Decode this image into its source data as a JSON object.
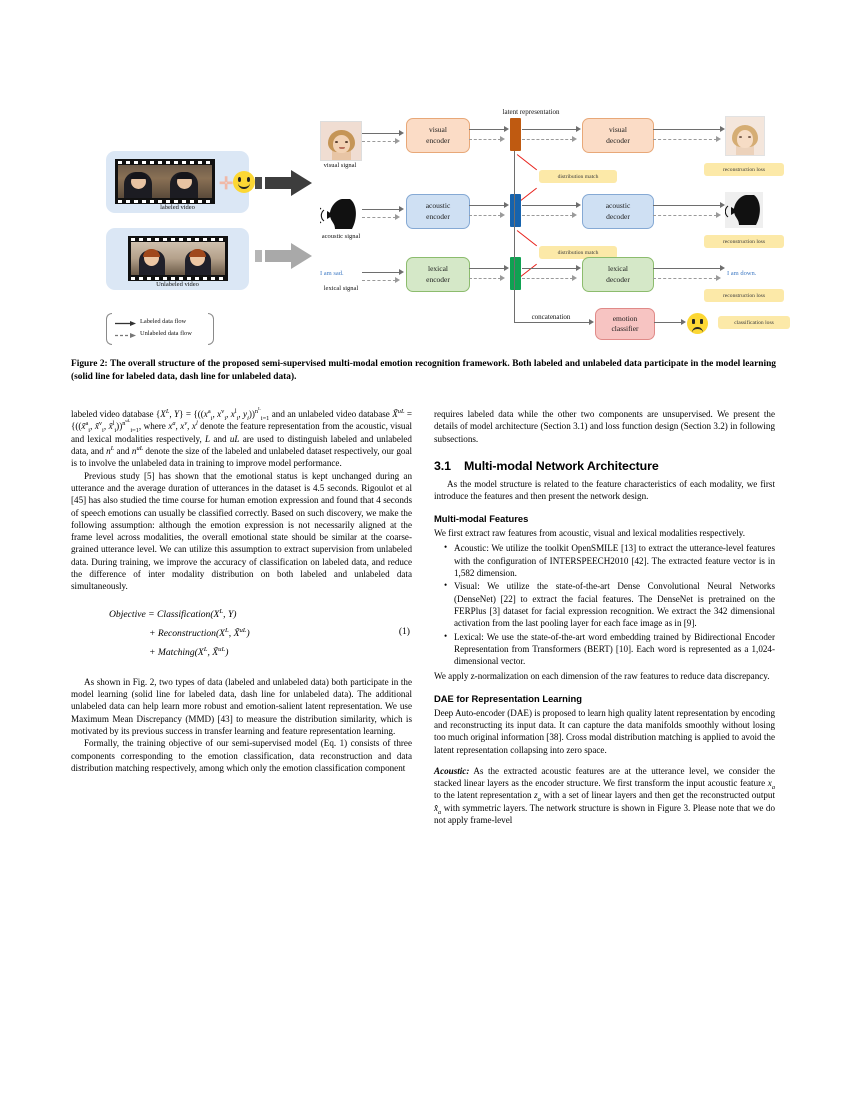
{
  "figure": {
    "labeled_video_caption": "labeled video",
    "unlabeled_video_caption": "Unlabeled video",
    "legend": {
      "labeled": "Labeled data flow",
      "unlabeled": "Unlabeled data flow"
    },
    "signals": {
      "visual": "visual signal",
      "acoustic": "acoustic signal",
      "lexical": "lexical signal",
      "lexical_text": "I am sad."
    },
    "latent_label": "latent representation",
    "encoders": {
      "visual": "visual\nencoder",
      "visual_l1": "visual",
      "visual_l2": "encoder",
      "acoustic_l1": "acoustic",
      "acoustic_l2": "encoder",
      "lexical_l1": "lexical",
      "lexical_l2": "encoder"
    },
    "decoders": {
      "visual_l1": "visual",
      "visual_l2": "decoder",
      "acoustic_l1": "acoustic",
      "acoustic_l2": "decoder",
      "lexical_l1": "lexical",
      "lexical_l2": "decoder"
    },
    "classifier_l1": "emotion",
    "classifier_l2": "classifier",
    "concatenation": "concatenation",
    "distribution_match": "distribution match",
    "reconstruction_loss": "reconstruction loss",
    "classification_loss": "classification loss",
    "output_lexical_text": "I am down.",
    "colors": {
      "visual_fill": "#fbdcc6",
      "visual_border": "#e8a878",
      "acoustic_fill": "#cfe0f3",
      "acoustic_border": "#85a9d4",
      "lexical_fill": "#d5e8c8",
      "lexical_border": "#8cbc6d",
      "classifier_fill": "#f7c4c2",
      "classifier_border": "#e08a88",
      "latent_visual": "#bf5a11",
      "latent_acoustic": "#1663ad",
      "latent_lexical": "#0fa152",
      "loss_box": "#fce9a8",
      "video_card": "#dbe7f5",
      "match_line": "#e8201a",
      "flow_line": "#6e6e6e",
      "lexical_text": "#3f7ac4"
    }
  },
  "caption": "Figure 2: The overall structure of the proposed semi-supervised multi-modal emotion recognition framework. Both labeled and unlabeled data participate in the model learning (solid line for labeled data, dash line for unlabeled data).",
  "left_column": {
    "p1_part1": "labeled video database {",
    "p1_rest": " and an unlabeled video database ",
    "p1_tail": " denote the feature representation from the acoustic, visual and lexical modalities respectively, ",
    "p1_tail2": " are used to distinguish labeled and unlabeled data, and ",
    "p1_tail3": " denote the size of the labeled and unlabeled dataset respectively, our goal is to involve the unlabeled data in training to improve model performance.",
    "p2": "Previous study [5] has shown that the emotional status is kept unchanged during an utterance and the average duration of utterances in the dataset is 4.5 seconds. Rigoulot et al [45] has also studied the time course for human emotion expression and found that 4 seconds of speech emotions can usually be classified correctly. Based on such discovery, we make the following assumption: although the emotion expression is not necessarily aligned at the frame level across modalities, the overall emotional state should be similar at the coarse-grained utterance level. We can utilize this assumption to extract supervision from unlabeled data. During training, we improve the accuracy of classification on labeled data, and reduce the difference of inter modality distribution on both labeled and unlabeled data simultaneously.",
    "equation": {
      "line1": "Objective = Classification(X",
      "line1b": ", Y)",
      "line2": "+ Reconstruction(X",
      "line2b": ",",
      "line3": "+ Matching(X",
      "tag": "(1)",
      "sup_L": "L",
      "sup_uL": "uL"
    },
    "p3": "As shown in Fig. 2, two types of data (labeled and unlabeled data) both participate in the model learning (solid line for labeled data, dash line for unlabeled data). The additional unlabeled data can help learn more robust and emotion-salient latent representation. We use Maximum Mean Discrepancy (MMD) [43] to measure the distribution similarity, which is motivated by its previous success in transfer learning and feature representation learning.",
    "p4": "Formally, the training objective of our semi-supervised model (Eq. 1) consists of three components corresponding to the emotion classification, data reconstruction and data distribution matching respectively, among which only the emotion classification component"
  },
  "right_column": {
    "p1": "requires labeled data while the other two components are unsupervised. We present the details of model architecture (Section 3.1) and loss function design (Section 3.2) in following subsections.",
    "section_number": "3.1",
    "section_title": "Multi-modal Network Architecture",
    "p2": "As the model structure is related to the feature characteristics of each modality, we first introduce the features and then present the network design.",
    "sub1_title": "Multi-modal Features",
    "sub1_body": "We first extract raw features from acoustic, visual and lexical modalities respectively.",
    "bullets": [
      "Acoustic: We utilize the toolkit OpenSMILE [13] to extract the utterance-level features with the configuration of INTERSPEECH2010 [42]. The extracted feature vector is in 1,582 dimension.",
      "Visual: We utilize the state-of-the-art Dense Convolutional Neural Networks (DenseNet) [22] to extract the facial features. The DenseNet is pretrained on the FERPlus [3] dataset for facial expression recognition. We extract the 342 dimensional activation from the last pooling layer for each face image as in [9].",
      "Lexical: We use the state-of-the-art word embedding trained by Bidirectional Encoder Representation from Transformers (BERT) [10]. Each word is represented as a 1,024-dimensional vector."
    ],
    "p3": "We apply z-normalization on each dimension of the raw features to reduce data discrepancy.",
    "sub2_title": "DAE for Representation Learning",
    "sub2_body": "Deep Auto-encoder (DAE) is proposed to learn high quality latent representation by encoding and reconstructing its input data. It can capture the data manifolds smoothly without losing too much original information [38]. Cross modal distribution matching is applied to avoid the latent representation collapsing into zero space.",
    "acoustic_runin": "Acoustic:",
    "acoustic_body_a": " As the extracted acoustic features are at the utterance level, we consider the stacked linear layers as the encoder structure. We first transform the input acoustic feature ",
    "acoustic_body_b": " to the latent representation ",
    "acoustic_body_c": " with a set of linear layers and then get the reconstructed output ",
    "acoustic_body_d": " with symmetric layers. The network structure is shown in Figure 3. Please note that we do not apply frame-level"
  }
}
